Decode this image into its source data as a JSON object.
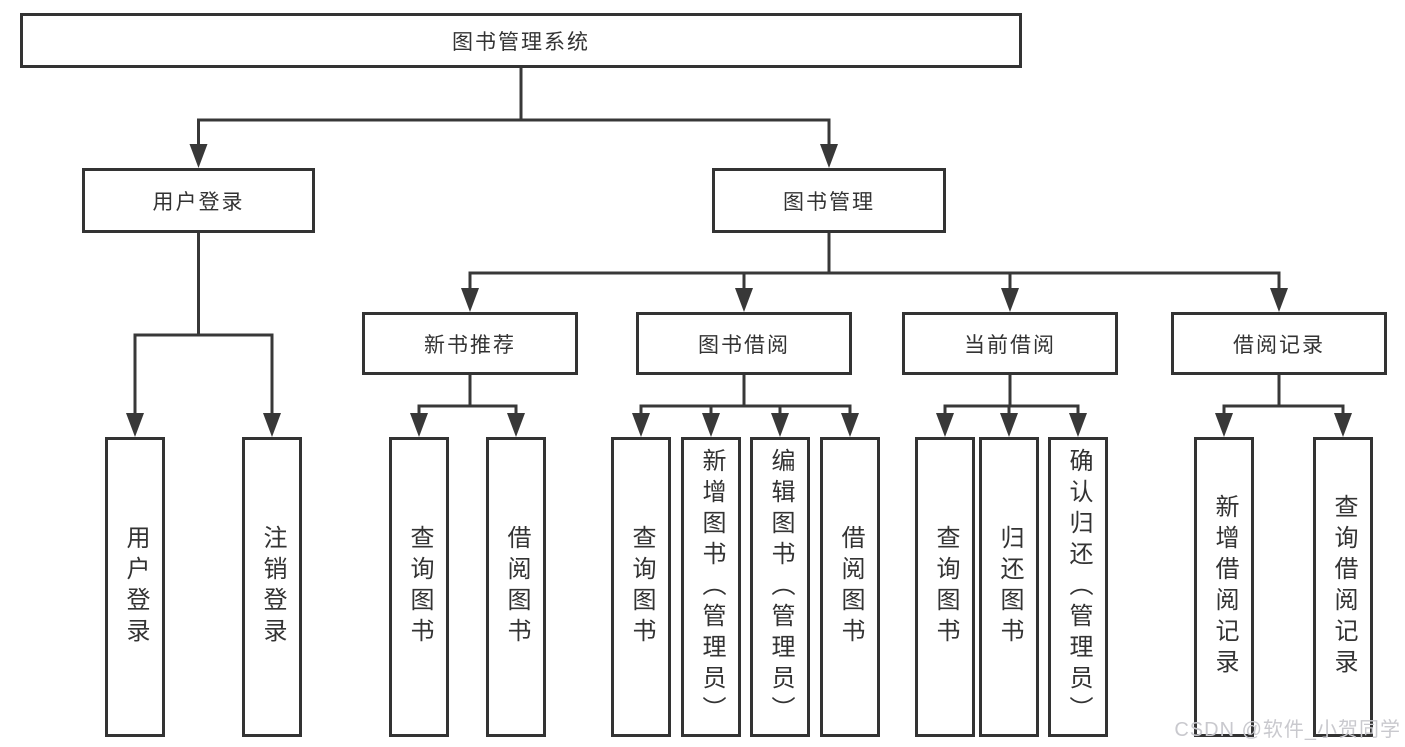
{
  "diagram": {
    "root": {
      "label": "图书管理系统"
    },
    "branches": [
      {
        "label": "用户登录",
        "children": [
          {
            "label": "用户登录"
          },
          {
            "label": "注销登录"
          }
        ]
      },
      {
        "label": "图书管理",
        "children": [
          {
            "label": "新书推荐",
            "children": [
              {
                "label": "查询图书"
              },
              {
                "label": "借阅图书"
              }
            ]
          },
          {
            "label": "图书借阅",
            "children": [
              {
                "label": "查询图书"
              },
              {
                "label": "新增图书（管理员）"
              },
              {
                "label": "编辑图书（管理员）"
              },
              {
                "label": "借阅图书"
              }
            ]
          },
          {
            "label": "当前借阅",
            "children": [
              {
                "label": "查询图书"
              },
              {
                "label": "归还图书"
              },
              {
                "label": "确认归还（管理员）"
              }
            ]
          },
          {
            "label": "借阅记录",
            "children": [
              {
                "label": "新增借阅记录"
              },
              {
                "label": "查询借阅记录"
              }
            ]
          }
        ]
      }
    ]
  },
  "watermark": {
    "text": "CSDN @软件_小贺同学"
  },
  "colors": {
    "line": "#383838",
    "box_border": "#333333",
    "text": "#333333",
    "watermark": "#c9c9ce",
    "background": "#ffffff"
  }
}
